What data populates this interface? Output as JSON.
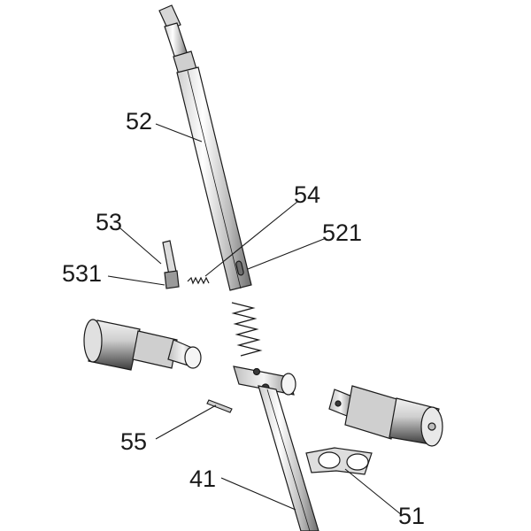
{
  "figure": {
    "labels": {
      "part_52": "52",
      "part_54": "54",
      "part_53": "53",
      "part_521": "521",
      "part_531": "531",
      "part_55": "55",
      "part_41": "41",
      "part_51": "51"
    },
    "colors": {
      "ink": "#1a1a1a",
      "metal_light": "#d9d9d9",
      "metal_mid": "#a9a9a9",
      "metal_dark": "#4a4a4a"
    }
  }
}
